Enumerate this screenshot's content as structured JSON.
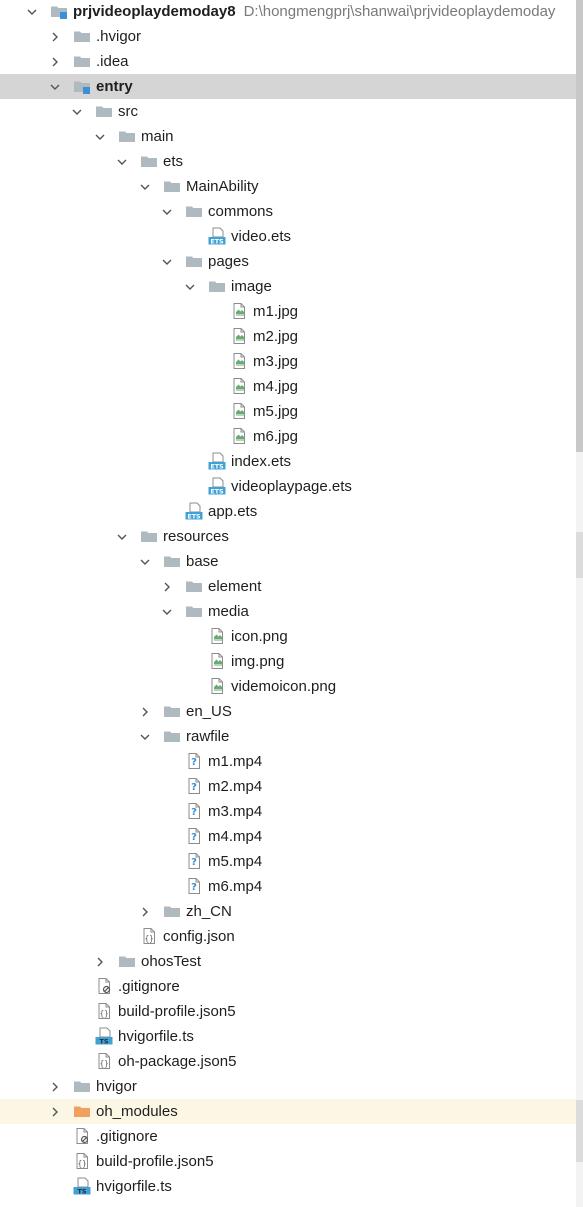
{
  "project_tree": {
    "root": {
      "label": "prjvideoplaydemoday8",
      "path": "D:\\hongmengprj\\shanwai\\prjvideoplaydemoday"
    },
    "nodes": [
      {
        "label": "prjvideoplaydemoday8",
        "depth": 0,
        "kind": "module",
        "expander": "expanded",
        "bold": true,
        "show_path": true
      },
      {
        "label": ".hvigor",
        "depth": 1,
        "kind": "folder",
        "expander": "collapsed"
      },
      {
        "label": ".idea",
        "depth": 1,
        "kind": "folder",
        "expander": "collapsed"
      },
      {
        "label": "entry",
        "depth": 1,
        "kind": "module",
        "expander": "expanded",
        "bold": true,
        "selected": true
      },
      {
        "label": "src",
        "depth": 2,
        "kind": "folder",
        "expander": "expanded"
      },
      {
        "label": "main",
        "depth": 3,
        "kind": "folder",
        "expander": "expanded"
      },
      {
        "label": "ets",
        "depth": 4,
        "kind": "folder",
        "expander": "expanded"
      },
      {
        "label": "MainAbility",
        "depth": 5,
        "kind": "folder",
        "expander": "expanded"
      },
      {
        "label": "commons",
        "depth": 6,
        "kind": "folder",
        "expander": "expanded"
      },
      {
        "label": "video.ets",
        "depth": 7,
        "kind": "ets",
        "expander": "none"
      },
      {
        "label": "pages",
        "depth": 6,
        "kind": "folder",
        "expander": "expanded"
      },
      {
        "label": "image",
        "depth": 7,
        "kind": "folder",
        "expander": "expanded"
      },
      {
        "label": "m1.jpg",
        "depth": 8,
        "kind": "image",
        "expander": "none"
      },
      {
        "label": "m2.jpg",
        "depth": 8,
        "kind": "image",
        "expander": "none"
      },
      {
        "label": "m3.jpg",
        "depth": 8,
        "kind": "image",
        "expander": "none"
      },
      {
        "label": "m4.jpg",
        "depth": 8,
        "kind": "image",
        "expander": "none"
      },
      {
        "label": "m5.jpg",
        "depth": 8,
        "kind": "image",
        "expander": "none"
      },
      {
        "label": "m6.jpg",
        "depth": 8,
        "kind": "image",
        "expander": "none"
      },
      {
        "label": "index.ets",
        "depth": 7,
        "kind": "ets",
        "expander": "none"
      },
      {
        "label": "videoplaypage.ets",
        "depth": 7,
        "kind": "ets",
        "expander": "none"
      },
      {
        "label": "app.ets",
        "depth": 6,
        "kind": "ets",
        "expander": "none"
      },
      {
        "label": "resources",
        "depth": 4,
        "kind": "folder",
        "expander": "expanded"
      },
      {
        "label": "base",
        "depth": 5,
        "kind": "folder",
        "expander": "expanded"
      },
      {
        "label": "element",
        "depth": 6,
        "kind": "folder",
        "expander": "collapsed"
      },
      {
        "label": "media",
        "depth": 6,
        "kind": "folder",
        "expander": "expanded"
      },
      {
        "label": "icon.png",
        "depth": 7,
        "kind": "image",
        "expander": "none"
      },
      {
        "label": "img.png",
        "depth": 7,
        "kind": "image",
        "expander": "none"
      },
      {
        "label": "videmoicon.png",
        "depth": 7,
        "kind": "image",
        "expander": "none"
      },
      {
        "label": "en_US",
        "depth": 5,
        "kind": "folder",
        "expander": "collapsed"
      },
      {
        "label": "rawfile",
        "depth": 5,
        "kind": "folder",
        "expander": "expanded"
      },
      {
        "label": "m1.mp4",
        "depth": 6,
        "kind": "unknown",
        "expander": "none"
      },
      {
        "label": "m2.mp4",
        "depth": 6,
        "kind": "unknown",
        "expander": "none"
      },
      {
        "label": "m3.mp4",
        "depth": 6,
        "kind": "unknown",
        "expander": "none"
      },
      {
        "label": "m4.mp4",
        "depth": 6,
        "kind": "unknown",
        "expander": "none"
      },
      {
        "label": "m5.mp4",
        "depth": 6,
        "kind": "unknown",
        "expander": "none"
      },
      {
        "label": "m6.mp4",
        "depth": 6,
        "kind": "unknown",
        "expander": "none"
      },
      {
        "label": "zh_CN",
        "depth": 5,
        "kind": "folder",
        "expander": "collapsed"
      },
      {
        "label": "config.json",
        "depth": 4,
        "kind": "json",
        "expander": "none"
      },
      {
        "label": "ohosTest",
        "depth": 3,
        "kind": "folder",
        "expander": "collapsed"
      },
      {
        "label": ".gitignore",
        "depth": 2,
        "kind": "gitignore",
        "expander": "none"
      },
      {
        "label": "build-profile.json5",
        "depth": 2,
        "kind": "json",
        "expander": "none"
      },
      {
        "label": "hvigorfile.ts",
        "depth": 2,
        "kind": "ts",
        "expander": "none"
      },
      {
        "label": "oh-package.json5",
        "depth": 2,
        "kind": "json",
        "expander": "none"
      },
      {
        "label": "hvigor",
        "depth": 1,
        "kind": "folder",
        "expander": "collapsed"
      },
      {
        "label": "oh_modules",
        "depth": 1,
        "kind": "excluded-folder",
        "expander": "collapsed",
        "excluded": true
      },
      {
        "label": ".gitignore",
        "depth": 1,
        "kind": "gitignore",
        "expander": "none"
      },
      {
        "label": "build-profile.json5",
        "depth": 1,
        "kind": "json",
        "expander": "none"
      },
      {
        "label": "hvigorfile.ts",
        "depth": 1,
        "kind": "ts",
        "expander": "none"
      }
    ]
  },
  "icons": {
    "folder": "folder-icon",
    "module": "module-folder-icon",
    "excluded-folder": "excluded-folder-icon",
    "ets": "ets-file-icon",
    "image": "image-file-icon",
    "unknown": "unknown-file-icon",
    "json": "json-file-icon",
    "gitignore": "gitignore-file-icon",
    "ts": "ts-file-icon"
  },
  "colors": {
    "selection": "#d5d5d5",
    "excluded_row": "#fcf7e4",
    "folder": "#aeb9c0",
    "excluded_folder": "#f0a15f",
    "module_badge": "#3a8fd6",
    "path_text": "#7a7a7a",
    "ets_badge": "#40a1d6",
    "ts_badge": "#40a1d6"
  }
}
